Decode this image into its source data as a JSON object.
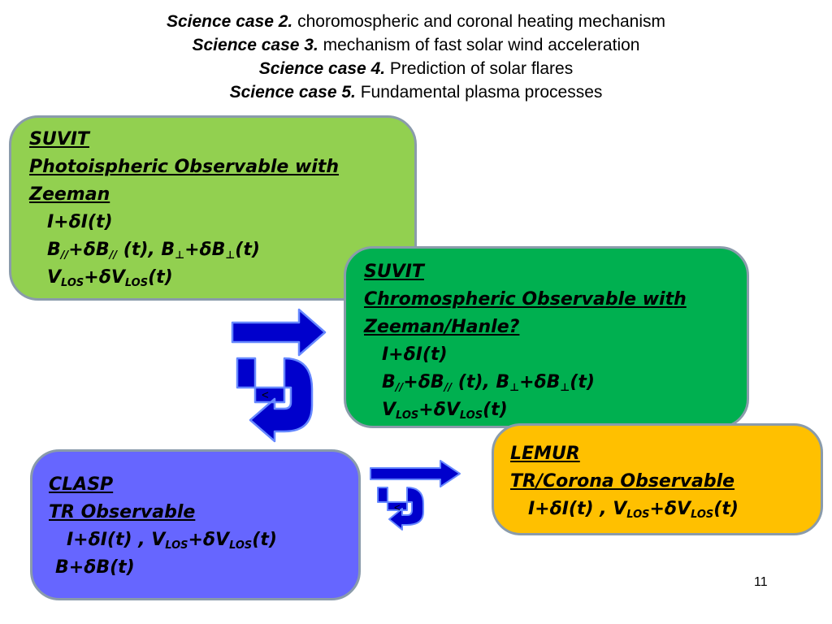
{
  "header": {
    "lines": [
      {
        "bold": "Science case 2.",
        "text": " choromospheric and coronal heating mechanism"
      },
      {
        "bold": "Science case 3.",
        "text": " mechanism of fast solar wind acceleration"
      },
      {
        "bold": "Science case 4.",
        "text": " Prediction of solar flares"
      },
      {
        "bold": "Science case 5.",
        "text": " Fundamental plasma processes"
      }
    ]
  },
  "boxes": {
    "suvit_photo": {
      "title": "SUVIT",
      "subtitle_1": "Photoispheric Observable with",
      "subtitle_2": "Zeeman",
      "l1": "I+δI(t)",
      "l2": {
        "b1": "B",
        "s1": "//",
        "t1": "+δB",
        "s2": "//",
        "t2": " (t), B",
        "perp1": "⊥",
        "t3": "+δB",
        "perp2": "⊥",
        "t4": "(t)"
      },
      "l3": {
        "v1": "V",
        "s1": "LOS",
        "t1": "+δV",
        "s2": "LOS",
        "t2": "(t)"
      }
    },
    "suvit_chromo": {
      "title": "SUVIT",
      "subtitle_1": "Chromospheric Observable with",
      "subtitle_2": "Zeeman/Hanle?",
      "l1": "I+δI(t)",
      "l2": {
        "b1": "B",
        "s1": "//",
        "t1": "+δB",
        "s2": "//",
        "t2": " (t), B",
        "perp1": "⊥",
        "t3": "+δB",
        "perp2": "⊥",
        "t4": "(t)"
      },
      "l3": {
        "v1": "V",
        "s1": "LOS",
        "t1": "+δV",
        "s2": "LOS",
        "t2": "(t)"
      }
    },
    "lemur": {
      "title": "LEMUR",
      "subtitle": "TR/Corona Observable",
      "l1": {
        "t0": "I+δI(t) , V",
        "s1": "LOS",
        "t1": "+δV",
        "s2": "LOS",
        "t2": "(t)"
      }
    },
    "clasp": {
      "title": "CLASP",
      "subtitle": "TR Observable",
      "l1": {
        "t0": "I+δI(t) , V",
        "s1": "LOS",
        "t1": "+δV",
        "s2": "LOS",
        "t2": "(t)"
      },
      "l2": "B+δB(t)"
    }
  },
  "arrow_labels": {
    "large": "<",
    "small": "<"
  },
  "page_number": "11",
  "colors": {
    "suvit_photo_bg": "#92d050",
    "suvit_chromo_bg": "#00b050",
    "lemur_bg": "#ffc000",
    "clasp_bg": "#6666ff",
    "arrow_fill": "#0000cc",
    "box_border": "#8a9bab"
  },
  "icons": [
    "right-arrow-icon",
    "u-turn-arrow-icon"
  ]
}
